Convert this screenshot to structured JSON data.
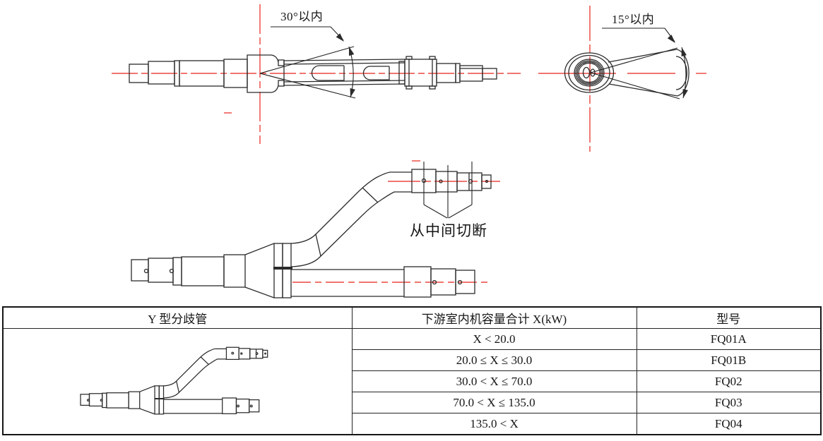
{
  "annotations": {
    "top_left_angle": "30°以内",
    "top_right_angle": "15°以内",
    "cut_note": "从中间切断"
  },
  "table": {
    "headers": [
      "Y 型分歧管",
      "下游室内机容量合计 X(kW)",
      "型号"
    ],
    "rows": [
      {
        "range": "X < 20.0",
        "model": "FQ01A"
      },
      {
        "range": "20.0 ≤ X ≤ 30.0",
        "model": "FQ01B"
      },
      {
        "range": "30.0 < X ≤ 70.0",
        "model": "FQ02"
      },
      {
        "range": "70.0 < X ≤ 135.0",
        "model": "FQ03"
      },
      {
        "range": "135.0 < X",
        "model": "FQ04"
      }
    ]
  },
  "colors": {
    "centerline_red": "#e8231a",
    "line_black": "#2b2b2b"
  }
}
